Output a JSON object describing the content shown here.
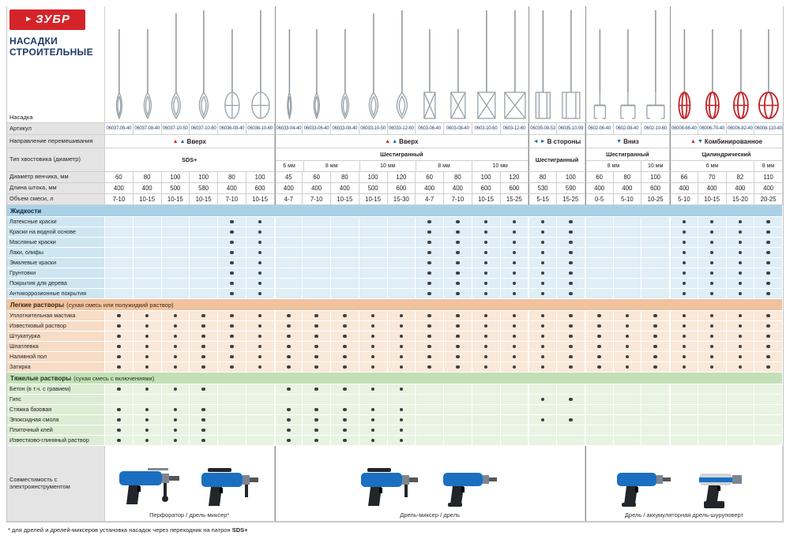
{
  "brand": {
    "logo_text": "ЗУБР",
    "title_line1": "НАСАДКИ",
    "title_line2": "СТРОИТЕЛЬНЫЕ"
  },
  "colors": {
    "brand_red": "#d5232a",
    "brand_blue": "#1569b5",
    "title_navy": "#1c3a66",
    "section_blue": "#a9d1e6",
    "section_orange": "#f0c29e",
    "section_green": "#c2dfb6"
  },
  "table": {
    "row_labels": {
      "nozzle": "Насадка",
      "article": "Артикул",
      "direction": "Направление перемешивания",
      "shank": "Тип хвостовика (диаметр)",
      "diameter": "Диаметр венчика, мм",
      "length": "Длина штока, мм",
      "volume": "Объем смеси, л"
    },
    "groups": [
      {
        "direction": "Вверх",
        "arrow_icon": "up-arrows-icon",
        "shank": "SDS+",
        "cols": 6,
        "sizes": []
      },
      {
        "direction": "Вверх",
        "arrow_icon": "up-arrows-icon",
        "shank": "Шестигранный",
        "cols": 9,
        "sizes": [
          {
            "label": "6 мм",
            "span": 1
          },
          {
            "label": "8 мм",
            "span": 2
          },
          {
            "label": "10 мм",
            "span": 2
          },
          {
            "label": "8 мм",
            "span": 2
          },
          {
            "label": "10 мм",
            "span": 2
          }
        ]
      },
      {
        "direction": "В стороны",
        "arrow_icon": "side-arrows-icon",
        "shank": "Шестигранный",
        "cols": 2,
        "sizes": []
      },
      {
        "direction": "Вниз",
        "arrow_icon": "down-arrow-icon",
        "shank": "Шестигранный",
        "cols": 3,
        "sizes": [
          {
            "label": "8 мм",
            "span": 2
          },
          {
            "label": "10 мм",
            "span": 1
          }
        ]
      },
      {
        "direction": "Комбинированное",
        "arrow_icon": "combo-arrows-icon",
        "shank": "Цилиндрический",
        "cols": 4,
        "sizes": [
          {
            "label": "6 мм",
            "span": 3
          },
          {
            "label": "8 мм",
            "span": 1
          }
        ]
      }
    ],
    "articles": [
      "06037-06-40",
      "06037-08-40",
      "06037-10-50",
      "06037-10-60",
      "06036-08-40",
      "06036-10-60",
      "06033-04-40",
      "06033-06-40",
      "06033-08-40",
      "06033-10-50",
      "06033-12-60",
      "0603-06-40",
      "0603-08-40",
      "0603-10-60",
      "0603-12-60",
      "06035-08-53",
      "06035-10-59",
      "0602-06-40",
      "0602-08-40",
      "0602-10-60",
      "06006-66-40",
      "06006-70-40",
      "06006-82-40",
      "06008-110-40"
    ],
    "whisk_styles": [
      "spiral",
      "spiral",
      "spiral",
      "spiral",
      "frame",
      "frame",
      "spiral",
      "spiral",
      "spiral",
      "spiral",
      "spiral",
      "cage",
      "cage",
      "cage",
      "cage",
      "paddle",
      "paddle",
      "anchor",
      "anchor",
      "anchor",
      "combo",
      "combo",
      "combo",
      "combo"
    ],
    "diameter_mm": [
      60,
      80,
      100,
      100,
      80,
      100,
      45,
      60,
      80,
      100,
      120,
      60,
      80,
      100,
      120,
      80,
      100,
      60,
      80,
      100,
      66,
      70,
      82,
      110
    ],
    "length_mm": [
      400,
      400,
      500,
      580,
      400,
      600,
      400,
      400,
      400,
      500,
      600,
      400,
      400,
      600,
      600,
      530,
      590,
      400,
      400,
      600,
      400,
      400,
      400,
      400
    ],
    "volume_l": [
      "7-10",
      "10-15",
      "10-15",
      "10-15",
      "7-10",
      "10-15",
      "4-7",
      "7-10",
      "10-15",
      "10-15",
      "15-30",
      "4-7",
      "7-10",
      "10-15",
      "15-25",
      "5-15",
      "15-25",
      "0-5",
      "5-10",
      "10-25",
      "5-10",
      "10-15",
      "15-20",
      "20-25"
    ]
  },
  "sections": [
    {
      "title": "Жидкости",
      "subtitle": "",
      "theme": "blue",
      "rows": [
        {
          "label": "Латексные краски",
          "dots": [
            4,
            5,
            11,
            12,
            13,
            14,
            15,
            16,
            20,
            21,
            22,
            23
          ]
        },
        {
          "label": "Краски на водной основе",
          "dots": [
            4,
            5,
            11,
            12,
            13,
            14,
            15,
            16,
            20,
            21,
            22,
            23
          ]
        },
        {
          "label": "Масляные краски",
          "dots": [
            4,
            5,
            11,
            12,
            13,
            14,
            15,
            16,
            20,
            21,
            22,
            23
          ]
        },
        {
          "label": "Лаки, олифы",
          "dots": [
            4,
            5,
            11,
            12,
            13,
            14,
            15,
            16,
            20,
            21,
            22,
            23
          ]
        },
        {
          "label": "Эмалевые краски",
          "dots": [
            4,
            5,
            11,
            12,
            13,
            14,
            15,
            16,
            20,
            21,
            22,
            23
          ]
        },
        {
          "label": "Грунтовки",
          "dots": [
            4,
            5,
            11,
            12,
            13,
            14,
            15,
            16,
            20,
            21,
            22,
            23
          ]
        },
        {
          "label": "Покрытия для дерева",
          "dots": [
            4,
            5,
            11,
            12,
            13,
            14,
            15,
            16,
            20,
            21,
            22,
            23
          ]
        },
        {
          "label": "Антикоррозионные покрытия",
          "dots": [
            4,
            5,
            11,
            12,
            13,
            14,
            15,
            16,
            20,
            21,
            22,
            23
          ]
        }
      ]
    },
    {
      "title": "Легкие растворы",
      "subtitle": " (сухая смесь или полужидкий раствор)",
      "theme": "orange",
      "rows": [
        {
          "label": "Уплотнительная мастика",
          "dots": [
            0,
            1,
            2,
            3,
            4,
            5,
            6,
            7,
            8,
            9,
            10,
            11,
            12,
            13,
            14,
            15,
            16,
            17,
            18,
            19,
            20,
            21,
            22,
            23
          ]
        },
        {
          "label": "Известковый раствор",
          "dots": [
            0,
            1,
            2,
            3,
            4,
            5,
            6,
            7,
            8,
            9,
            10,
            11,
            12,
            13,
            14,
            15,
            16,
            17,
            18,
            19,
            20,
            21,
            22,
            23
          ]
        },
        {
          "label": "Штукатурка",
          "dots": [
            0,
            1,
            2,
            3,
            4,
            5,
            6,
            7,
            8,
            9,
            10,
            11,
            12,
            13,
            14,
            15,
            16,
            17,
            18,
            19,
            20,
            21,
            22,
            23
          ]
        },
        {
          "label": "Шпатлевка",
          "dots": [
            0,
            1,
            2,
            3,
            4,
            5,
            6,
            7,
            8,
            9,
            10,
            11,
            12,
            13,
            14,
            15,
            16,
            17,
            18,
            19,
            20,
            21,
            22,
            23
          ]
        },
        {
          "label": "Наливной пол",
          "dots": [
            0,
            1,
            2,
            3,
            4,
            5,
            6,
            7,
            8,
            9,
            10,
            11,
            12,
            13,
            14,
            15,
            16,
            17,
            18,
            19,
            20,
            21,
            22,
            23
          ]
        },
        {
          "label": "Затирка",
          "dots": [
            0,
            1,
            2,
            3,
            4,
            5,
            6,
            7,
            8,
            9,
            10,
            11,
            12,
            13,
            14,
            15,
            16,
            17,
            18,
            19,
            20,
            21,
            22,
            23
          ]
        }
      ]
    },
    {
      "title": "Тяжелые растворы",
      "subtitle": " (сухая смесь с включениями)",
      "theme": "green",
      "rows": [
        {
          "label": "Бетон (в т.ч. с гравием)",
          "dots": [
            0,
            1,
            2,
            3,
            6,
            7,
            8,
            9,
            10
          ]
        },
        {
          "label": "Гипс",
          "dots": [
            15,
            16
          ]
        },
        {
          "label": "Стяжка базовая",
          "dots": [
            0,
            1,
            2,
            3,
            6,
            7,
            8,
            9,
            10
          ]
        },
        {
          "label": "Эпоксидная смола",
          "dots": [
            0,
            1,
            2,
            3,
            6,
            7,
            8,
            9,
            10,
            15,
            16
          ]
        },
        {
          "label": "Плиточный клей",
          "dots": [
            0,
            1,
            2,
            3,
            6,
            7,
            8,
            9,
            10
          ]
        },
        {
          "label": "Известково-глиняный раствор",
          "dots": [
            0,
            1,
            2,
            3,
            6,
            7,
            8,
            9,
            10
          ]
        }
      ]
    }
  ],
  "compatibility": {
    "label": "Совместимость с электроинструментом",
    "cells": [
      {
        "caption": "Перфоратор / дрель-миксер*",
        "span": 6,
        "tools": [
          "perforator",
          "mixer"
        ]
      },
      {
        "caption": "Дрель-миксер / дрель",
        "span": 11,
        "tools": [
          "mixer",
          "drill"
        ]
      },
      {
        "caption": "Дрель / аккумуляторная дрель-шуруповерт",
        "span": 7,
        "tools": [
          "drill",
          "cordless"
        ]
      }
    ]
  },
  "footnote": {
    "prefix": "* для дрелей и дрелей-миксеров установка насадок через переходник на патрон ",
    "bold": "SDS+"
  }
}
